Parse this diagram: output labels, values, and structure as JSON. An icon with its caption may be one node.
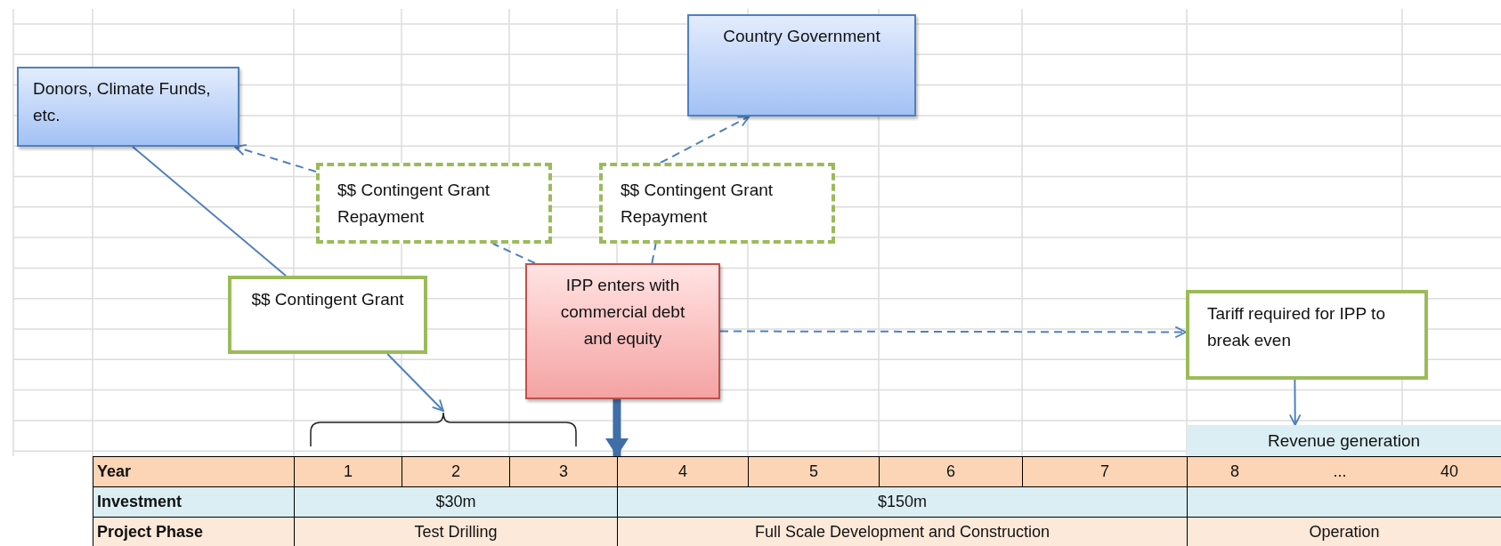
{
  "diagram": {
    "nodes": [
      {
        "text": [
          "Donors, Climate Funds, etc."
        ]
      },
      {
        "text": [
          "Country Government"
        ]
      },
      {
        "text": [
          "$$ Contingent Grant Repayment"
        ]
      },
      {
        "text": [
          "$$ Contingent Grant Repayment"
        ]
      },
      {
        "text": [
          "$$ Contingent Grant"
        ]
      },
      {
        "text": [
          "IPP enters with commercial debt and equity"
        ]
      },
      {
        "text": [
          "Tariff required for IPP to break even"
        ]
      },
      {
        "text": [],
        "shape": "bracket"
      },
      {
        "text": [
          "Revenue generation"
        ]
      },
      {
        "text": [],
        "shape": "table"
      }
    ],
    "edges": [
      {
        "from": 0,
        "to": 4,
        "arrow": "none"
      },
      {
        "from": 4,
        "to": 7,
        "arrow": "to"
      },
      {
        "from": 5,
        "to": 2,
        "arrow": "none",
        "style": "dashed"
      },
      {
        "from": 2,
        "to": 0,
        "arrow": "to",
        "style": "dashed"
      },
      {
        "from": 5,
        "to": 3,
        "arrow": "none",
        "style": "dashed"
      },
      {
        "from": 3,
        "to": 1,
        "arrow": "to",
        "style": "dashed"
      },
      {
        "from": 5,
        "to": 6,
        "arrow": "to",
        "style": "dashed"
      },
      {
        "from": 6,
        "to": 8,
        "arrow": "to"
      },
      {
        "from": 5,
        "to": 9,
        "arrow": "to",
        "style": "thick"
      }
    ],
    "labels": [
      "Year",
      "1",
      "2",
      "3",
      "4",
      "5",
      "6",
      "7",
      "8",
      "...",
      "40",
      "Investment",
      "$30m",
      "$150m",
      "Project Phase",
      "Test Drilling",
      "Full Scale Development and Construction",
      "Operation"
    ]
  }
}
